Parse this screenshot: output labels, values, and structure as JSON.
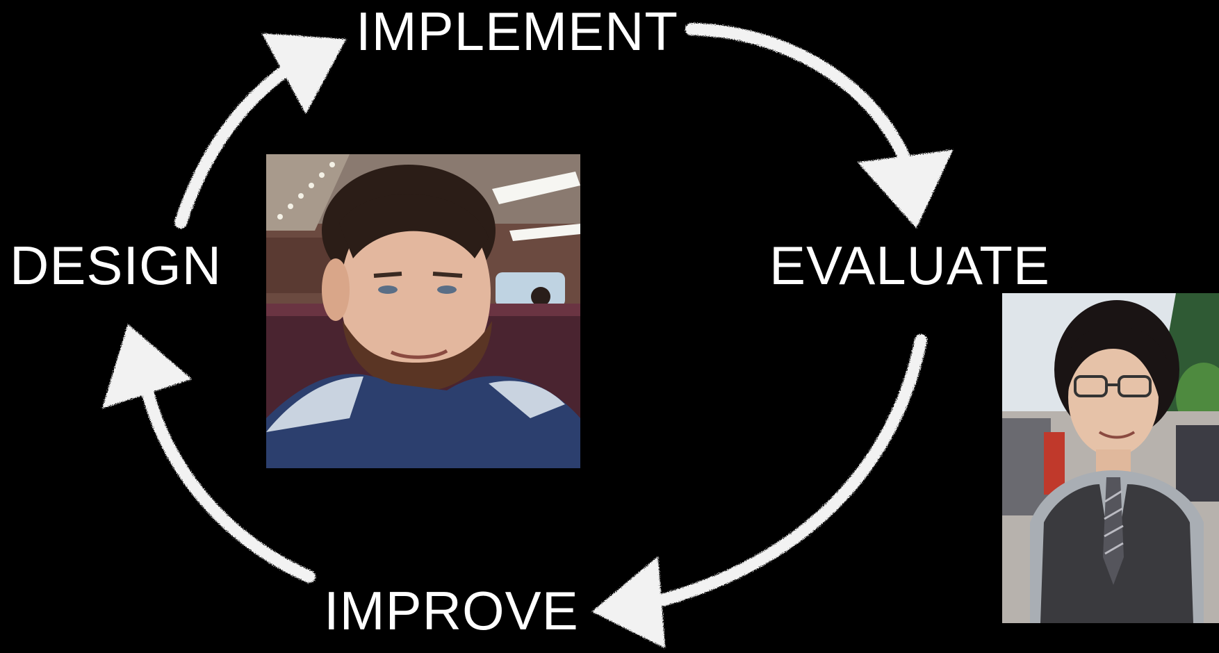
{
  "diagram": {
    "stages": {
      "implement": "IMPLEMENT",
      "design": "DESIGN",
      "evaluate": "EVALUATE",
      "improve": "IMPROVE"
    },
    "colors": {
      "background": "#000000",
      "text": "#ffffff",
      "arrow": "#f2f2f2"
    }
  }
}
